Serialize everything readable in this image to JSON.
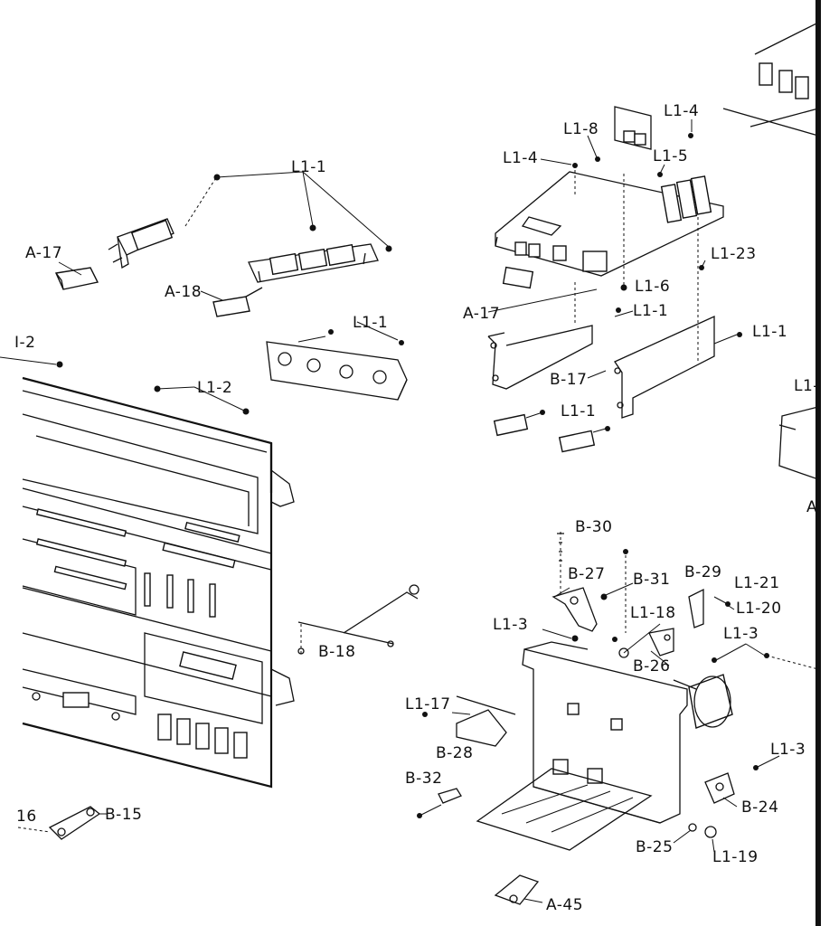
{
  "labels": {
    "L1_1_top": "L1-1",
    "A_17_left": "A-17",
    "A_18": "A-18",
    "L1_1_panel": "L1-1",
    "L1_2_edge": "I-2",
    "L1_2": "L1-2",
    "L1_8": "L1-8",
    "L1_4_a": "L1-4",
    "L1_4_b": "L1-4",
    "L1_5": "L1-5",
    "L1_23": "L1-23",
    "L1_6": "L1-6",
    "A_17_right": "A-17",
    "L1_1_mid": "L1-1",
    "L1_1_right": "L1-1",
    "B_17": "B-17",
    "L1_1_low": "L1-1",
    "L1_edge_right": "L1-",
    "A_edge_right": "A",
    "B_30": "B-30",
    "B_27": "B-27",
    "B_31": "B-31",
    "B_29": "B-29",
    "L1_21": "L1-21",
    "L1_20": "L1-20",
    "L1_3_a": "L1-3",
    "L1_18": "L1-18",
    "L1_3_b": "L1-3",
    "B_18": "B-18",
    "B_26": "B-26",
    "L1_17": "L1-17",
    "B_28": "B-28",
    "L1_3_c": "L1-3",
    "B_32": "B-32",
    "B_24": "B-24",
    "B_25": "B-25",
    "L1_19": "L1-19",
    "A_45": "A-45",
    "B_15": "B-15",
    "edge_16": "16"
  }
}
